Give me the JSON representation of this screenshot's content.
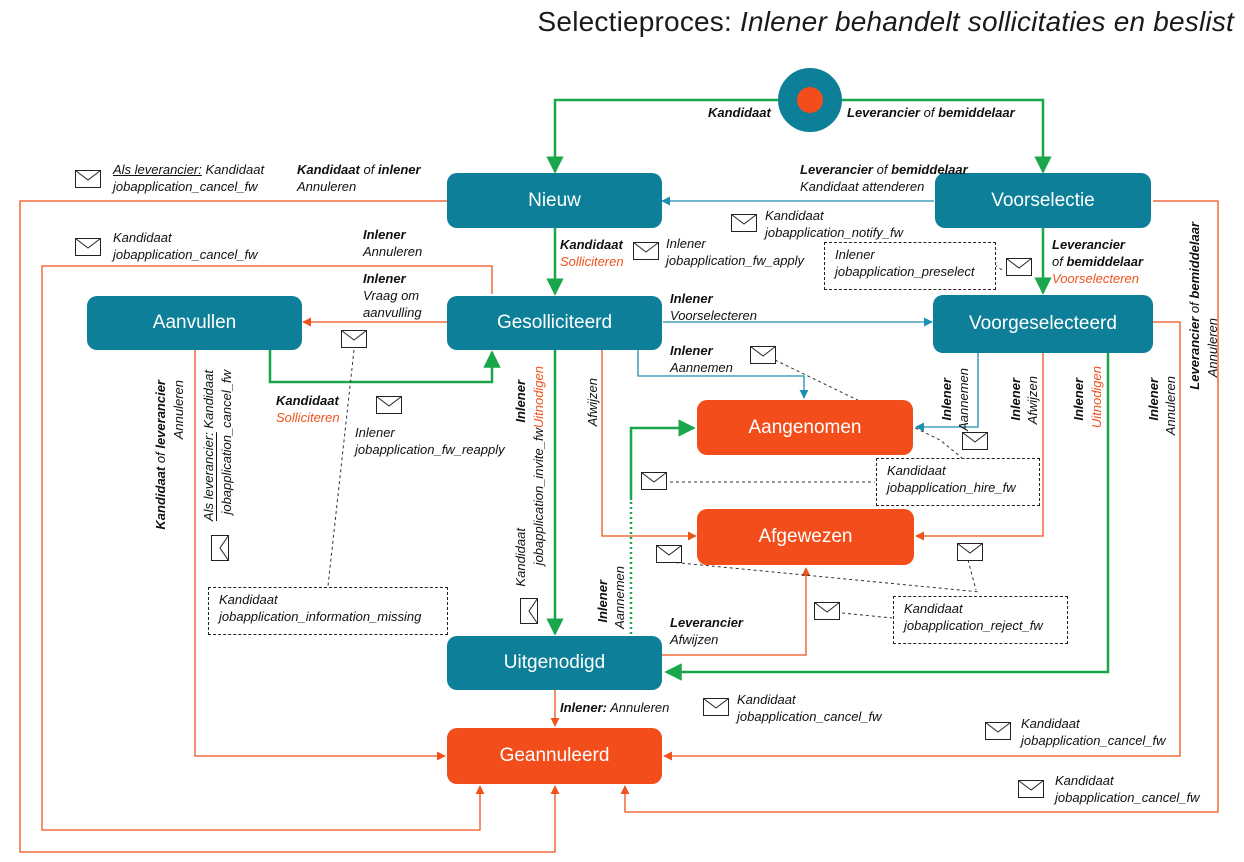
{
  "title": {
    "prefix": "Selectieproces: ",
    "rest": "Inlener behandelt sollicitaties en beslist"
  },
  "colors": {
    "teal": "#0e7f98",
    "orange": "#f24d1a",
    "green": "#1aa64a",
    "line_orange": "#f0521d",
    "line_teal": "#1d8fb0"
  },
  "states": {
    "nieuw": "Nieuw",
    "voorselectie": "Voorselectie",
    "aanvullen": "Aanvullen",
    "gesolliciteerd": "Gesolliciteerd",
    "voorgeselecteerd": "Voorgeselecteerd",
    "aangenomen": "Aangenomen",
    "afgewezen": "Afgewezen",
    "uitgenodigd": "Uitgenodigd",
    "geannuleerd": "Geannuleerd"
  },
  "labels": {
    "kandidaat": "Kandidaat",
    "leverancier": "Leverancier",
    "of": "of",
    "bemiddelaar": "bemiddelaar",
    "inlener": "Inlener",
    "inlener_colon": "Inlener:",
    "annuleren": "Annuleren",
    "solliciteren": "Solliciteren",
    "kandidaat_attenderen": "Kandidaat attenderen",
    "voorselecteren": "Voorselecteren",
    "vraag_om": "Vraag om",
    "aanvulling": "aanvulling",
    "aannemen": "Aannemen",
    "afwijzen": "Afwijzen",
    "uitnodigen": "Uitnodigen",
    "als_leverancier": "Als leverancier:",
    "kandidaat_of": "Kandidaat",
    "inlener_lc": "inlener",
    "leverancier_lc": "leverancier"
  },
  "notifications": {
    "cancel": "jobapplication_cancel_fw",
    "notify": "jobapplication_notify_fw",
    "apply": "jobapplication_fw_apply",
    "preselect": "jobapplication_preselect",
    "reapply": "jobapplication_fw_reapply",
    "invite": "jobapplication_invite_fw",
    "hire": "jobapplication_hire_fw",
    "reject": "jobapplication_reject_fw",
    "info_missing": "jobapplication_information_missing"
  },
  "icons": [
    "start-node-icon",
    "envelope-icon"
  ]
}
